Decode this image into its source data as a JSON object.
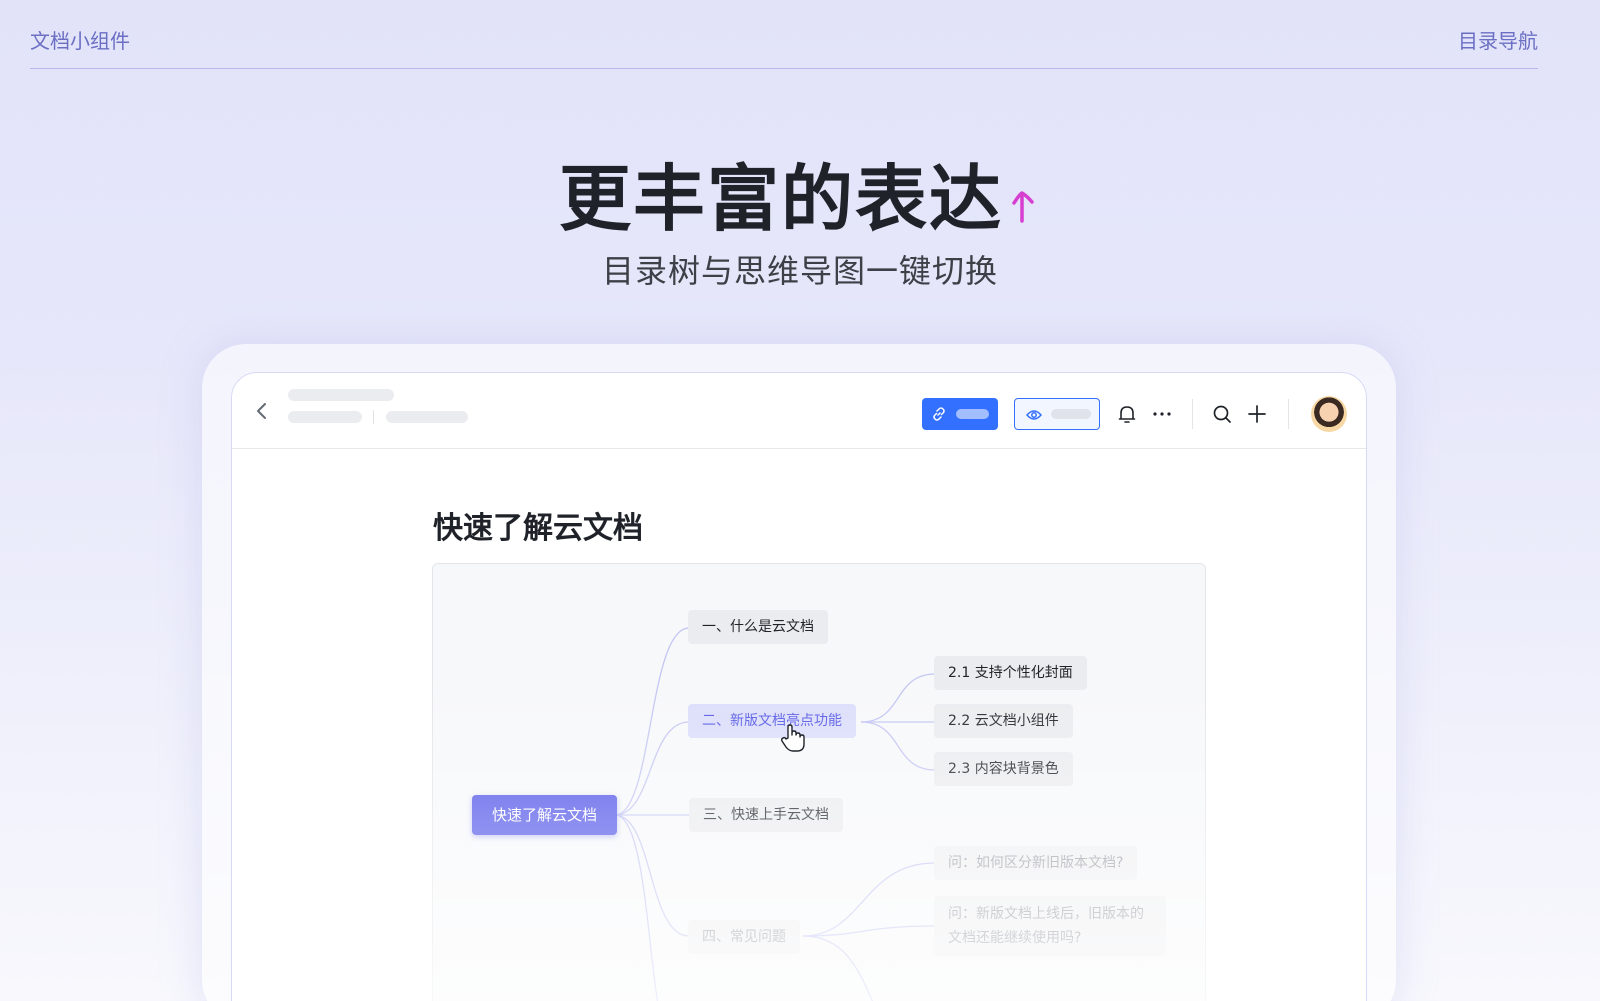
{
  "topbar": {
    "brand": "文档小组件",
    "toc_link": "目录导航"
  },
  "hero": {
    "title": "更丰富的表达",
    "subtitle": "目录树与思维导图一键切换",
    "accent_color": "#d63fd0"
  },
  "app": {
    "icons": [
      "back-icon",
      "link-icon",
      "eye-icon",
      "bell-icon",
      "more-icon",
      "search-icon",
      "plus-icon"
    ],
    "primary_color": "#3370ff"
  },
  "doc": {
    "title": "快速了解云文档",
    "mindmap": {
      "root": "快速了解云文档",
      "branches": [
        {
          "label": "一、什么是云文档"
        },
        {
          "label": "二、新版文档亮点功能",
          "active": true,
          "children": [
            "2.1 支持个性化封面",
            "2.2 云文档小组件",
            "2.3 内容块背景色"
          ]
        },
        {
          "label": "三、快速上手云文档"
        },
        {
          "label": "四、常见问题",
          "children": [
            "问：如何区分新旧版本文档?",
            "问：新版文档上线后，旧版本的文档还能继续使用吗?"
          ]
        }
      ]
    }
  }
}
